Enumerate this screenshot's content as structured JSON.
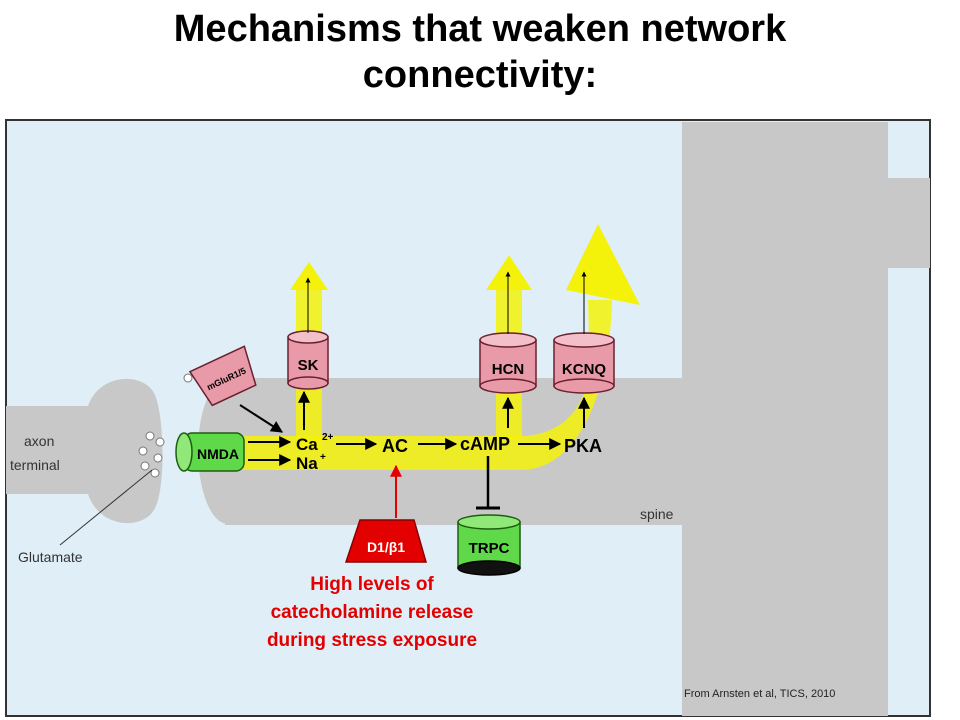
{
  "title": {
    "line1": "Mechanisms that weaken network",
    "line2": "connectivity:"
  },
  "diagram": {
    "axon_label_1": "axon",
    "axon_label_2": "terminal",
    "glutamate": "Glutamate",
    "spine": "spine",
    "nmda": "NMDA",
    "mglur": "mGluR1/5",
    "sk": "SK",
    "hcn": "HCN",
    "kcnq": "KCNQ",
    "trpc": "TRPC",
    "ca": "Ca",
    "ca_sup": "2+",
    "na": "Na",
    "na_sup": "+",
    "ac": "AC",
    "camp": "cAMP",
    "pka": "PKA",
    "d1": "D1/β1",
    "stress_1": "High levels of",
    "stress_2": "catecholamine release",
    "stress_3": "during stress exposure",
    "citation": "From Arnsten et al, TICS, 2010"
  },
  "colors": {
    "background": "#dfeef7",
    "neuron": "#c8c8c8",
    "signal": "#f4f20a",
    "channel": "#e89aa8",
    "receptor_green": "#5fd84a",
    "stimulus_red": "#e20000"
  }
}
